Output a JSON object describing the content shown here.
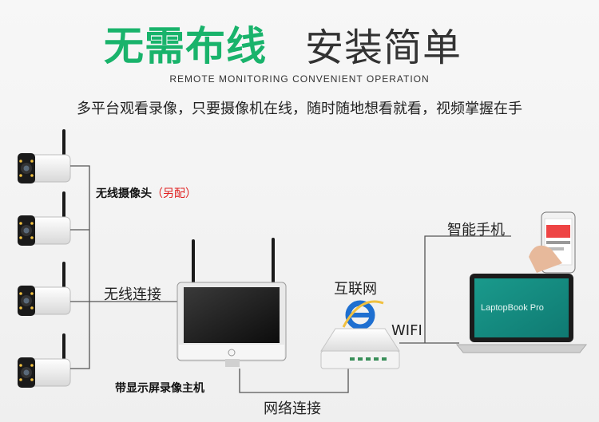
{
  "header": {
    "title_green": "无需布线",
    "title_dark": "安装简单",
    "subtitle": "REMOTE MONITORING  CONVENIENT OPERATION",
    "slogan": "多平台观看录像，只要摄像机在线，随时随地想看就看，视频掌握在手"
  },
  "labels": {
    "cameras": "无线摄像头",
    "cameras_note": "（另配）",
    "wireless_link": "无线连接",
    "nvr": "带显示屏录像主机",
    "network_link": "网络连接",
    "internet": "互联网",
    "wifi": "WIFI",
    "phone": "智能手机",
    "laptop_brand": "LaptopBook Pro"
  },
  "colors": {
    "title_green": "#19b36b",
    "note_red": "#e02020",
    "line": "#555555",
    "ie_blue": "#1e6fd0"
  },
  "icons": {
    "internet": "internet-explorer-icon",
    "camera": "bullet-camera-icon"
  }
}
